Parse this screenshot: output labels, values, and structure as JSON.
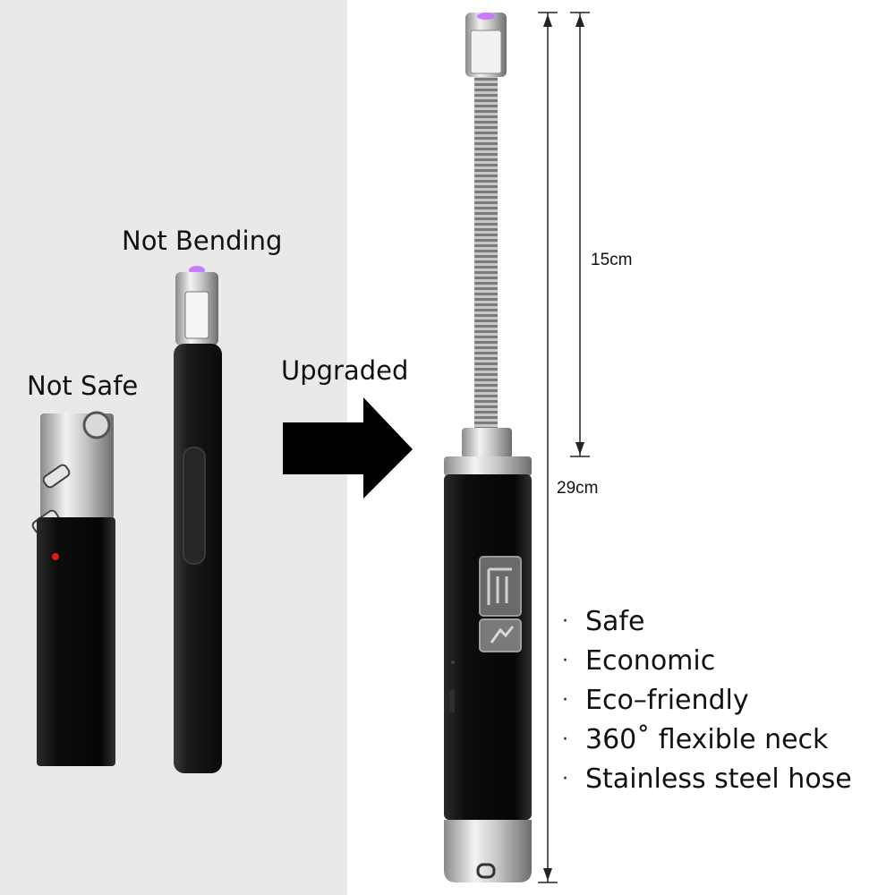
{
  "labels": {
    "not_bending": "Not Bending",
    "not_safe": "Not Safe",
    "upgraded": "Upgraded"
  },
  "dimensions": {
    "neck_length": "15cm",
    "total_length": "29cm"
  },
  "features": [
    {
      "bullet": "·",
      "text": "Safe"
    },
    {
      "bullet": "·",
      "text": "Economic"
    },
    {
      "bullet": "·",
      "text": "Eco–friendly"
    },
    {
      "bullet": "·",
      "text": "360˚ flexible neck"
    },
    {
      "bullet": "·",
      "text": "Stainless steel hose"
    }
  ],
  "colors": {
    "left_background": "#e9e9e9",
    "lighter_body": "#151515",
    "arc_glow": "#c77dff",
    "arrow": "#000000"
  }
}
